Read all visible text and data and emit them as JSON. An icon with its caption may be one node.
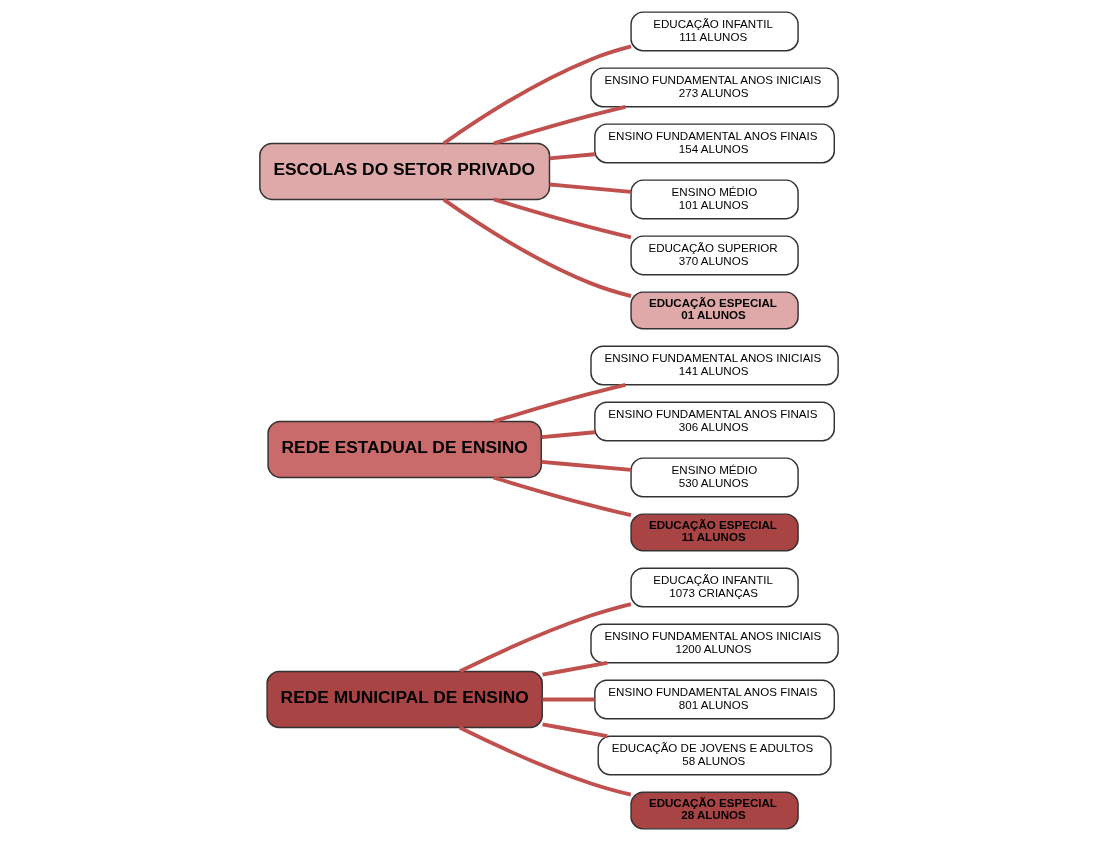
{
  "diagram": {
    "nodes": [
      {
        "text": [
          "REDE MUNICIPAL DE ENSINO"
        ]
      },
      {
        "text": [
          "EDUCAÇÃO INFANTIL",
          "1073 CRIANÇAS"
        ]
      },
      {
        "text": [
          "ENSINO FUNDAMENTAL ANOS INICIAIS",
          "1200 ALUNOS"
        ]
      },
      {
        "text": [
          "ENSINO FUNDAMENTAL ANOS FINAIS",
          "801 ALUNOS"
        ]
      },
      {
        "text": [
          "EDUCAÇÃO DE JOVENS E ADULTOS",
          "58 ALUNOS"
        ]
      },
      {
        "text": [
          "EDUCAÇÃO ESPECIAL",
          "28 ALUNOS"
        ]
      },
      {
        "text": [
          "REDE ESTADUAL DE ENSINO"
        ]
      },
      {
        "text": [
          "ENSINO FUNDAMENTAL ANOS INICIAIS",
          "141 ALUNOS"
        ]
      },
      {
        "text": [
          "ENSINO FUNDAMENTAL ANOS FINAIS",
          "306 ALUNOS"
        ]
      },
      {
        "text": [
          "ENSINO MÉDIO",
          "530 ALUNOS"
        ]
      },
      {
        "text": [
          "EDUCAÇÃO ESPECIAL",
          "11 ALUNOS"
        ]
      },
      {
        "text": [
          "ESCOLAS DO SETOR PRIVADO"
        ]
      },
      {
        "text": [
          "EDUCAÇÃO INFANTIL",
          "111 ALUNOS"
        ]
      },
      {
        "text": [
          "ENSINO FUNDAMENTAL ANOS INICIAIS",
          "273 ALUNOS"
        ]
      },
      {
        "text": [
          "ENSINO FUNDAMENTAL ANOS FINAIS",
          "154 ALUNOS"
        ]
      },
      {
        "text": [
          "ENSINO MÉDIO",
          "101 ALUNOS"
        ]
      },
      {
        "text": [
          "EDUCAÇÃO SUPERIOR",
          "370 ALUNOS"
        ]
      },
      {
        "text": [
          "EDUCAÇÃO ESPECIAL",
          "01 ALUNOS"
        ]
      }
    ],
    "edges": [
      {
        "from": 0,
        "to": 1,
        "arrow": "none"
      },
      {
        "from": 0,
        "to": 2,
        "arrow": "none"
      },
      {
        "from": 0,
        "to": 3,
        "arrow": "none"
      },
      {
        "from": 0,
        "to": 4,
        "arrow": "none"
      },
      {
        "from": 0,
        "to": 5,
        "arrow": "none"
      },
      {
        "from": 6,
        "to": 7,
        "arrow": "none"
      },
      {
        "from": 6,
        "to": 8,
        "arrow": "none"
      },
      {
        "from": 6,
        "to": 9,
        "arrow": "none"
      },
      {
        "from": 6,
        "to": 10,
        "arrow": "none"
      },
      {
        "from": 11,
        "to": 12,
        "arrow": "none"
      },
      {
        "from": 11,
        "to": 13,
        "arrow": "none"
      },
      {
        "from": 11,
        "to": 14,
        "arrow": "none"
      },
      {
        "from": 11,
        "to": 15,
        "arrow": "none"
      },
      {
        "from": 11,
        "to": 16,
        "arrow": "none"
      },
      {
        "from": 11,
        "to": 17,
        "arrow": "none"
      }
    ]
  }
}
